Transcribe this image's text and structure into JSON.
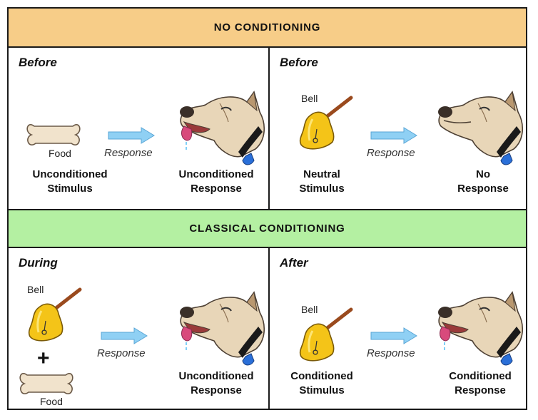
{
  "colors": {
    "top_banner": "#f7cd88",
    "mid_banner": "#b4f0a2",
    "arrow": "#8fd0f4",
    "bell": "#f4c418",
    "handle": "#9a4a1e",
    "dog_fur": "#e8d6b8",
    "tongue": "#d84a7c",
    "collar": "#1a1a1a",
    "tag": "#2a6fd8"
  },
  "banners": {
    "top": "NO CONDITIONING",
    "middle": "CLASSICAL CONDITIONING"
  },
  "panels": {
    "top_left": {
      "phase": "Before",
      "object_label": "Food",
      "response": "Response",
      "left_caption": [
        "Unconditioned",
        "Stimulus"
      ],
      "right_caption": [
        "Unconditioned",
        "Response"
      ],
      "icons": [
        "bone-icon",
        "arrow-icon",
        "salivating-dog-icon"
      ]
    },
    "top_right": {
      "phase": "Before",
      "object_label": "Bell",
      "response": "Response",
      "left_caption": [
        "Neutral",
        "Stimulus"
      ],
      "right_caption": [
        "No",
        "Response"
      ],
      "icons": [
        "bell-icon",
        "arrow-icon",
        "dog-icon"
      ]
    },
    "bottom_left": {
      "phase": "During",
      "bell_label": "Bell",
      "plus": "+",
      "food_label": "Food",
      "response": "Response",
      "right_caption": [
        "Unconditioned",
        "Response"
      ],
      "icons": [
        "bell-icon",
        "plus-icon",
        "bone-icon",
        "arrow-icon",
        "salivating-dog-icon"
      ]
    },
    "bottom_right": {
      "phase": "After",
      "object_label": "Bell",
      "response": "Response",
      "left_caption": [
        "Conditioned",
        "Stimulus"
      ],
      "right_caption": [
        "Conditioned",
        "Response"
      ],
      "icons": [
        "bell-icon",
        "arrow-icon",
        "salivating-dog-icon"
      ]
    }
  }
}
